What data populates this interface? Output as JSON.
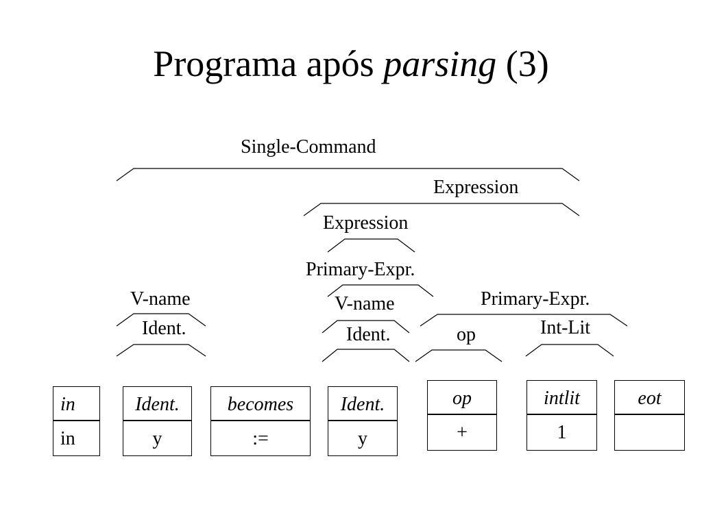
{
  "slide": {
    "title_prefix": "Programa após ",
    "title_emph": "parsing",
    "title_suffix": " (3)"
  },
  "tree_labels": {
    "single_command": "Single-Command",
    "expression_outer": "Expression",
    "expression_inner": "Expression",
    "primary_expr_left": "Primary-Expr.",
    "v_name_left": "V-name",
    "ident_left": "Ident.",
    "v_name_mid": "V-name",
    "ident_mid": "Ident.",
    "primary_expr_right": "Primary-Expr.",
    "op": "op",
    "int_lit": "Int-Lit"
  },
  "tokens": [
    {
      "kind": "in",
      "spelling": "in"
    },
    {
      "kind": "Ident.",
      "spelling": "y"
    },
    {
      "kind": "becomes",
      "spelling": ":="
    },
    {
      "kind": "Ident.",
      "spelling": "y"
    },
    {
      "kind": "op",
      "spelling": "+"
    },
    {
      "kind": "intlit",
      "spelling": "1"
    },
    {
      "kind": "eot",
      "spelling": ""
    }
  ]
}
